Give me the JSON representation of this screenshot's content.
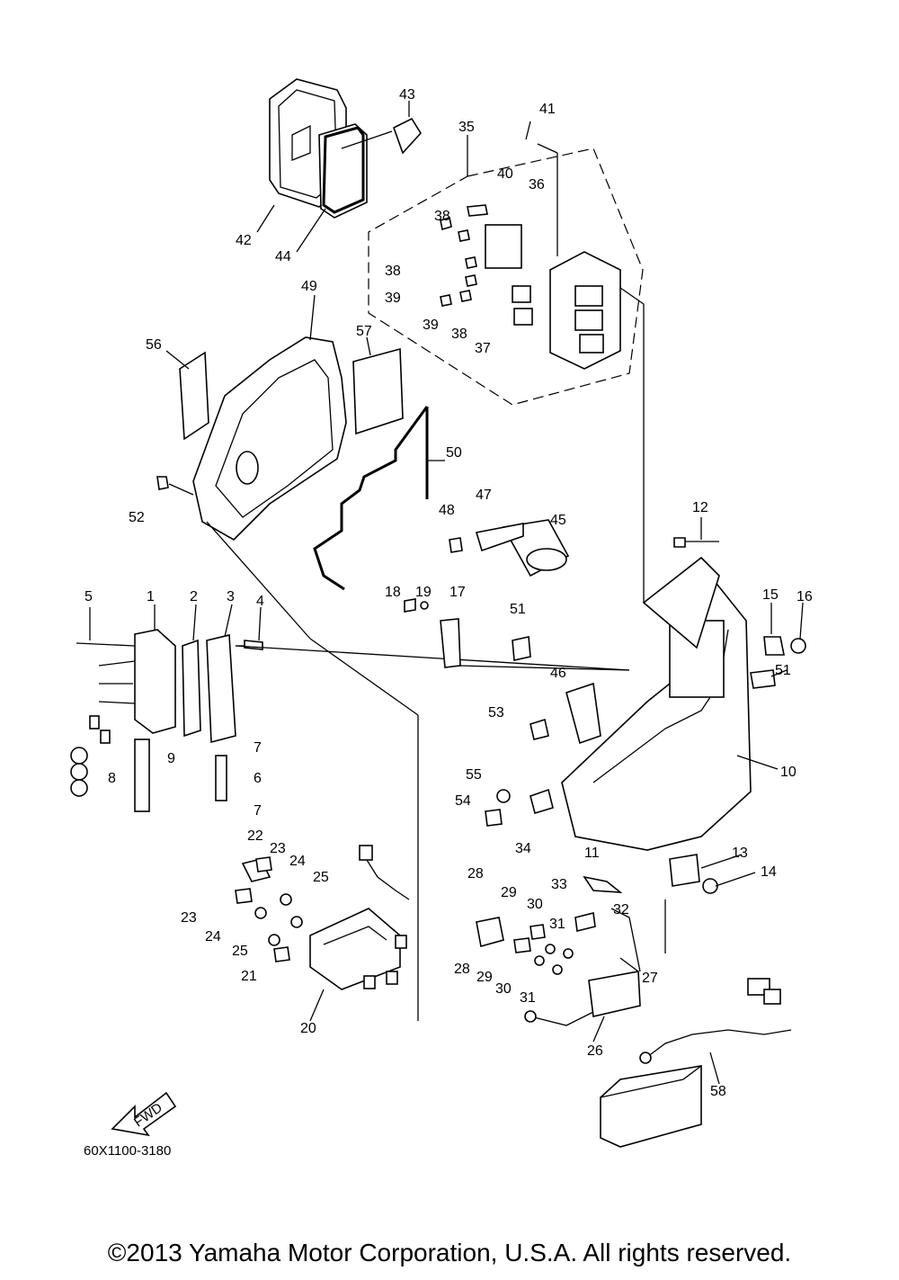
{
  "diagram_code": "60X1100-3180",
  "direction_label": "FWD",
  "copyright": "©2013 Yamaha Motor Corporation, U.S.A. All rights reserved.",
  "callouts": [
    "1",
    "2",
    "3",
    "4",
    "5",
    "6",
    "7",
    "7",
    "8",
    "9",
    "10",
    "11",
    "12",
    "13",
    "14",
    "15",
    "16",
    "17",
    "18",
    "19",
    "20",
    "21",
    "22",
    "23",
    "23",
    "24",
    "24",
    "25",
    "25",
    "26",
    "27",
    "28",
    "28",
    "29",
    "29",
    "30",
    "30",
    "31",
    "31",
    "32",
    "33",
    "34",
    "35",
    "36",
    "37",
    "38",
    "38",
    "38",
    "39",
    "39",
    "40",
    "41",
    "42",
    "43",
    "44",
    "45",
    "46",
    "47",
    "48",
    "49",
    "50",
    "51",
    "51",
    "52",
    "53",
    "54",
    "55",
    "56",
    "57",
    "58"
  ]
}
